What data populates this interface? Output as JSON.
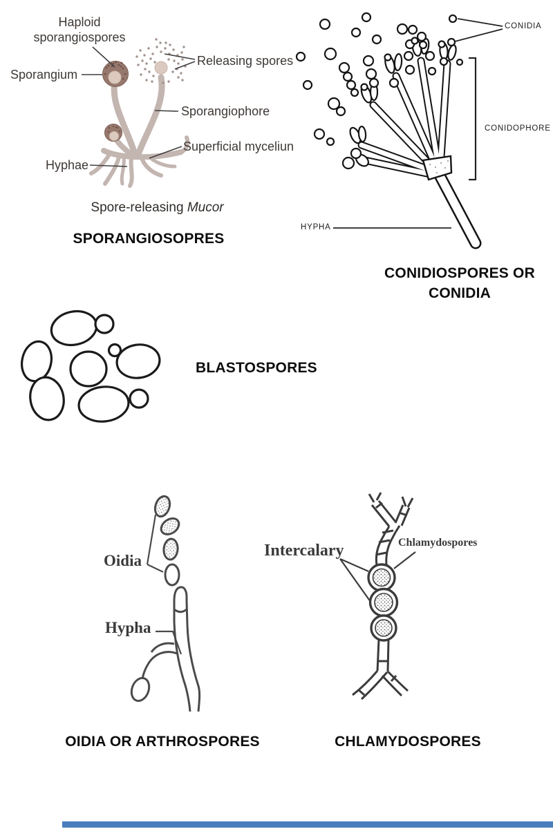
{
  "page": {
    "background": "#ffffff",
    "accent_bar_color": "#4a7dbe"
  },
  "sporangiospores": {
    "label_haploid_line1": "Haploid",
    "label_haploid_line2": "sporangiospores",
    "label_sporangium": "Sporangium",
    "label_releasing_spores": "Releasing spores",
    "label_sporangiophore": "Sporangiophore",
    "label_superficial_mycelium": "Superficial myceliun",
    "label_hyphae": "Hyphae",
    "caption_prefix": "Spore-releasing ",
    "caption_species": "Mucor",
    "title": "SPORANGIOSOPRES",
    "colors": {
      "sporangium_wall": "#97786d",
      "columella": "#dccabf",
      "stalk": "#c3b5b0",
      "spore_dots": "#a2938c"
    }
  },
  "conidiospores": {
    "label_conidia": "CONIDIA",
    "label_conidophore": "CONIDOPHORE",
    "label_hypha": "HYPHA",
    "title_line1": "CONIDIOSPORES OR",
    "title_line2": "CONIDIA"
  },
  "blastospores": {
    "title": "BLASTOSPORES"
  },
  "oidia": {
    "label_oidia": "Oidia",
    "label_hypha": "Hypha",
    "title": "OIDIA OR ARTHROSPORES"
  },
  "chlamydospores": {
    "label_intercalary": "Intercalary",
    "label_chlamydospores": "Chlamydospores",
    "title": "CHLAMYDOSPORES"
  }
}
